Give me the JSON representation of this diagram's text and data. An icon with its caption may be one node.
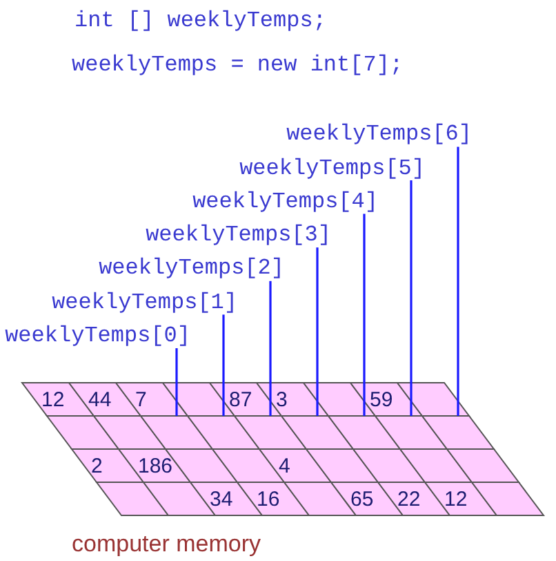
{
  "diagram": {
    "caption": "computer memory",
    "nodes": [
      {
        "text": [
          "weeklyTemps[6]"
        ]
      },
      {
        "text": [
          "weeklyTemps[5]"
        ]
      },
      {
        "text": [
          "weeklyTemps[4]"
        ]
      },
      {
        "text": [
          "weeklyTemps[3]"
        ]
      },
      {
        "text": [
          "weeklyTemps[2]"
        ]
      },
      {
        "text": [
          "weeklyTemps[1]"
        ]
      },
      {
        "text": [
          "weeklyTemps[0]"
        ]
      },
      {
        "text": [
          "12"
        ]
      },
      {
        "text": [
          "44"
        ]
      },
      {
        "text": [
          "7"
        ]
      },
      {
        "text": [],
        "shape": "box"
      },
      {
        "text": [
          "87"
        ]
      },
      {
        "text": [
          "3"
        ]
      },
      {
        "text": [],
        "shape": "box"
      },
      {
        "text": [
          "59"
        ]
      },
      {
        "text": [],
        "shape": "box"
      },
      {
        "text": [],
        "shape": "box"
      },
      {
        "text": [],
        "shape": "box"
      },
      {
        "text": [],
        "shape": "box"
      },
      {
        "text": [],
        "shape": "box"
      },
      {
        "text": [],
        "shape": "box"
      },
      {
        "text": [],
        "shape": "box"
      },
      {
        "text": [],
        "shape": "box"
      },
      {
        "text": [],
        "shape": "box"
      },
      {
        "text": [],
        "shape": "box"
      },
      {
        "text": [
          "2"
        ]
      },
      {
        "text": [
          "186"
        ]
      },
      {
        "text": [],
        "shape": "box"
      },
      {
        "text": [],
        "shape": "box"
      },
      {
        "text": [
          "4"
        ]
      },
      {
        "text": [],
        "shape": "box"
      },
      {
        "text": [],
        "shape": "box"
      },
      {
        "text": [],
        "shape": "box"
      },
      {
        "text": [],
        "shape": "box"
      },
      {
        "text": [],
        "shape": "box"
      },
      {
        "text": [],
        "shape": "box"
      },
      {
        "text": [
          "34"
        ]
      },
      {
        "text": [
          "16"
        ]
      },
      {
        "text": [],
        "shape": "box"
      },
      {
        "text": [
          "65"
        ]
      },
      {
        "text": [
          "22"
        ]
      },
      {
        "text": [
          "12"
        ]
      },
      {
        "text": [],
        "shape": "box"
      }
    ],
    "edges": [
      {
        "from": 6,
        "to": 18,
        "arrow": "none"
      },
      {
        "from": 5,
        "to": 19,
        "arrow": "none"
      },
      {
        "from": 4,
        "to": 20,
        "arrow": "none"
      },
      {
        "from": 3,
        "to": 21,
        "arrow": "none"
      },
      {
        "from": 2,
        "to": 22,
        "arrow": "none"
      },
      {
        "from": 1,
        "to": 23,
        "arrow": "none"
      },
      {
        "from": 0,
        "to": 24,
        "arrow": "none"
      }
    ],
    "labels": [
      "int [] weeklyTemps;",
      "weeklyTemps = new int[7];"
    ]
  }
}
